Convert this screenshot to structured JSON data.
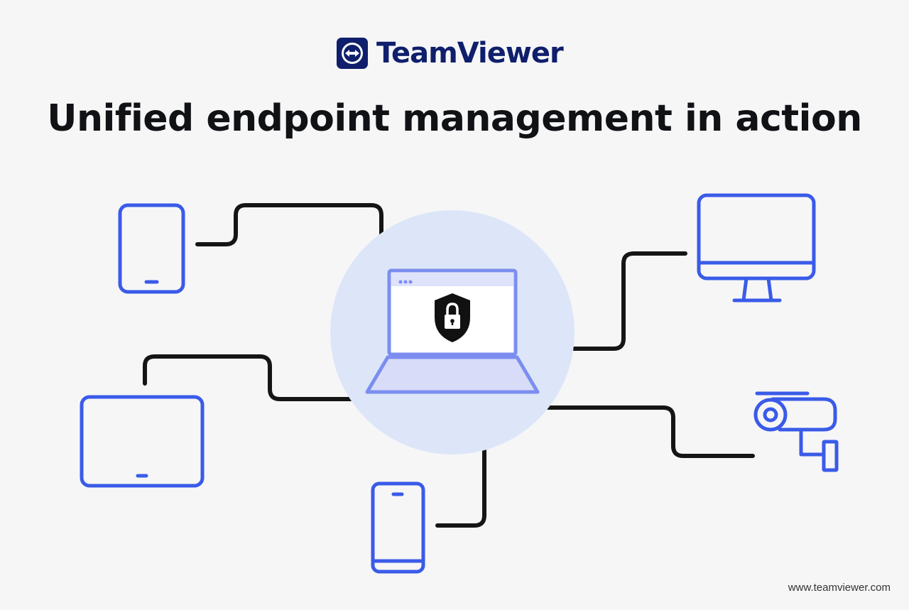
{
  "brand": {
    "name": "TeamViewer",
    "color": "#0f1f6b"
  },
  "title": "Unified endpoint management in action",
  "footer": {
    "url": "www.teamviewer.com"
  },
  "colors": {
    "device_stroke": "#3a5be8",
    "connector": "#151515",
    "hub_circle": "#dde6f8",
    "laptop_stroke": "#7b8ef0",
    "laptop_screen": "#ffffff",
    "laptop_bar": "#dfe2fb",
    "laptop_base": "#d9dcf8",
    "shield": "#111111",
    "background": "#f6f6f7"
  },
  "nodes": {
    "hub": "laptop-with-lock",
    "endpoints": [
      "tablet-portrait",
      "tablet-landscape",
      "smartphone",
      "desktop-monitor",
      "security-camera"
    ]
  }
}
